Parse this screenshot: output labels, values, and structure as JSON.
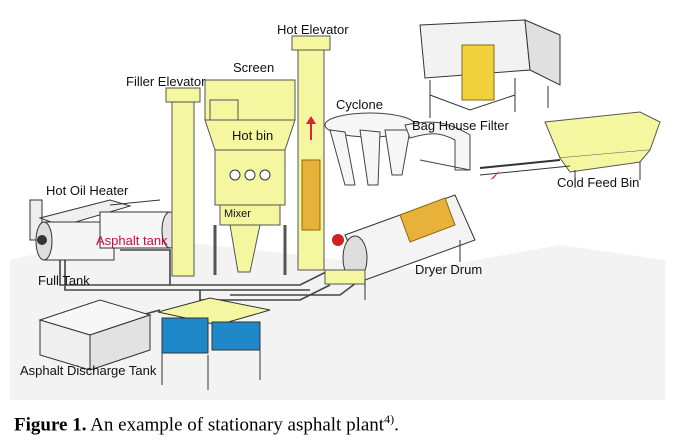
{
  "labels": {
    "hot_elevator": "Hot Elevator",
    "screen": "Screen",
    "filler_elevator": "Filler Elevator",
    "cyclone": "Cyclone",
    "bag_house_filter": "Bag House Filter",
    "hot_bin": "Hot bin",
    "mixer": "Mixer",
    "hot_oil_heater": "Hot Oil Heater",
    "asphalt_tank": "Asphalt tank",
    "full_tank": "Full Tank",
    "cold_feed_bin": "Cold Feed Bin",
    "dryer_drum": "Dryer Drum",
    "asphalt_discharge_tank": "Asphalt Discharge Tank"
  },
  "caption": {
    "figure_label": "Figure 1.",
    "text": " An example of stationary asphalt plant",
    "ref": "4)",
    "end": "."
  },
  "colors": {
    "equipment_yellow": "#f4f7a0",
    "equipment_stroke": "#555555",
    "asphalt_label_red": "#c8103c",
    "control_room_blue": "#1e88c8",
    "pipe": "#444444"
  }
}
